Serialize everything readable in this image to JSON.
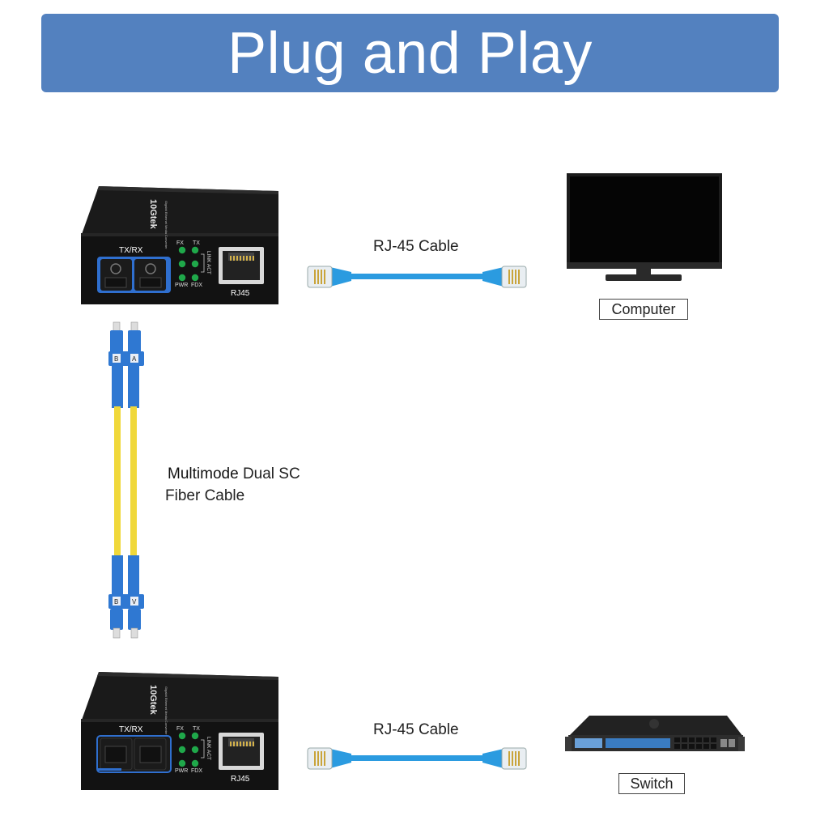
{
  "banner": {
    "title": "Plug and Play"
  },
  "converter": {
    "brand": "10Gtek",
    "subtitle": "Gigabit Ethernet Media Converter",
    "port_fiber_label": "TX/RX",
    "port_copper_label": "RJ45",
    "leds": {
      "fx": "FX",
      "tx": "TX",
      "link_act": "LINK ACT",
      "pwr": "PWR",
      "fdx": "FDX"
    }
  },
  "top_link": {
    "cable_label": "RJ-45 Cable",
    "device_label": "Computer"
  },
  "bottom_link": {
    "cable_label": "RJ-45 Cable",
    "device_label": "Switch"
  },
  "fiber": {
    "label_line1_a": "Multimode",
    "label_line1_b": "Dual SC",
    "label_line2": "Fiber Cable",
    "connector_top": [
      "B",
      "A"
    ],
    "connector_bottom": [
      "B",
      "V"
    ]
  },
  "colors": {
    "banner": "#5381bf",
    "cable_blue": "#2b9be0",
    "fiber_yellow": "#f0d83a",
    "connector_blue": "#2f78d2",
    "led_green": "#1fa84a"
  }
}
